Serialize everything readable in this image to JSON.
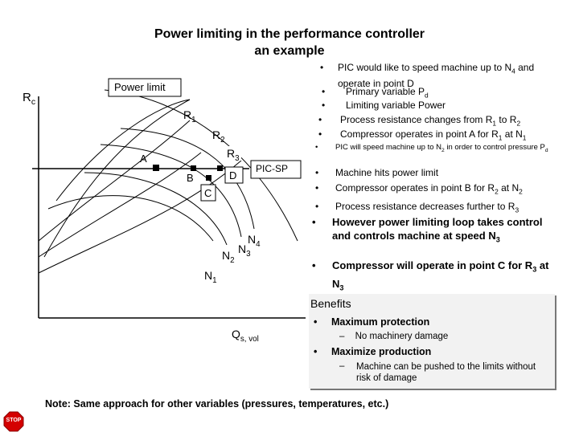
{
  "title": {
    "line1": "Power limiting in the performance controller",
    "line2": "an example"
  },
  "diagram": {
    "y_axis_label": "R",
    "y_axis_sub": "c",
    "x_axis_label": "Q",
    "x_axis_sub": "s, vol",
    "power_limit_label": "Power limit",
    "pic_sp_label": "PIC-SP",
    "curve_labels": [
      {
        "main": "R",
        "sub": "1"
      },
      {
        "main": "R",
        "sub": "2"
      },
      {
        "main": "R",
        "sub": "3"
      }
    ],
    "speed_labels": [
      {
        "main": "N",
        "sub": "4"
      },
      {
        "main": "N",
        "sub": "3"
      },
      {
        "main": "N",
        "sub": "2"
      },
      {
        "main": "N",
        "sub": "1"
      }
    ],
    "points": [
      "A",
      "B",
      "C",
      "D"
    ]
  },
  "bullets": {
    "b1": {
      "dot": "•",
      "pre": "PIC would like to speed machine up to N",
      "sub": "4",
      "post": " and operate in point D"
    },
    "b2": {
      "dot": "•",
      "pre": "Primary variable P",
      "sub": "d",
      "post": ""
    },
    "b3": {
      "dot": "•",
      "text": "Limiting variable Power"
    },
    "b4": {
      "dot": "•",
      "pre": "Process resistance changes from R",
      "sub": "1",
      "mid": " to R",
      "sub2": "2"
    },
    "b5": {
      "dot": "•",
      "pre": "Compressor operates in point A for R",
      "sub": "1",
      "mid": " at N",
      "sub2": "1"
    },
    "b6": {
      "dot": "•",
      "pre": "PIC will speed machine up to N",
      "sub": "2",
      "post": " in order to control pressure P",
      "sub2": "d"
    },
    "b7": {
      "dot": "•",
      "text": "Machine hits power limit"
    },
    "b8": {
      "dot": "•",
      "pre": "Compressor operates in point B for R",
      "sub": "2",
      "mid": " at N",
      "sub2": "2"
    },
    "b9": {
      "dot": "•",
      "pre": "Process resistance decreases further to R",
      "sub": "3"
    },
    "b10": {
      "dot": "•",
      "pre": "However power limiting loop takes control and controls machine at speed N",
      "sub": "3"
    },
    "b11": {
      "dot": "•",
      "pre": "Compressor will operate in point C for R",
      "sub": "3",
      "mid": " at N",
      "sub2": "3"
    }
  },
  "benefits": {
    "heading": "Benefits",
    "items": [
      {
        "dot": "•",
        "label": "Maximum protection",
        "dash": "–",
        "detail": "No machinery damage"
      },
      {
        "dot": "•",
        "label": "Maximize production",
        "dash": "–",
        "detail": "Machine can be pushed to the limits without risk of damage"
      }
    ]
  },
  "note": "Note: Same approach for other variables (pressures, temperatures, etc.)",
  "stop_icon": {
    "label": "STOP",
    "color": "#d40000"
  }
}
